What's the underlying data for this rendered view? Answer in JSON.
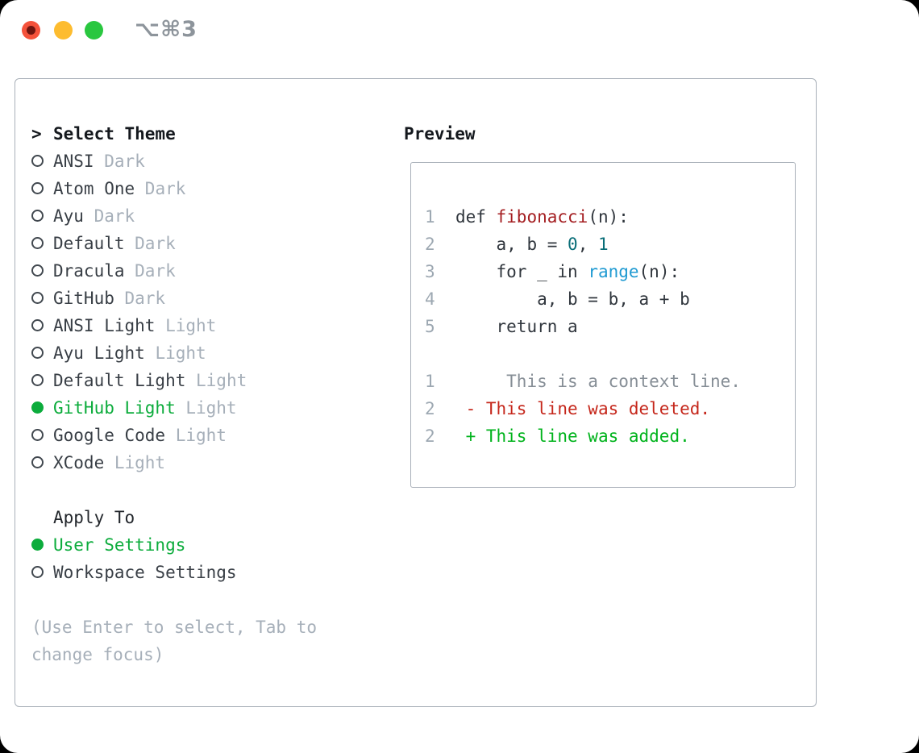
{
  "window": {
    "shortcut_label": "⌥⌘3",
    "traffic_lights": [
      {
        "name": "close",
        "color": "#f4523b"
      },
      {
        "name": "minimize",
        "color": "#fdbc2f"
      },
      {
        "name": "zoom",
        "color": "#29c73f"
      }
    ]
  },
  "theme_picker": {
    "title_prefix": ">",
    "title": "Select Theme",
    "items": [
      {
        "label": "ANSI",
        "variant": "Dark",
        "selected": false
      },
      {
        "label": "Atom One",
        "variant": "Dark",
        "selected": false
      },
      {
        "label": "Ayu",
        "variant": "Dark",
        "selected": false
      },
      {
        "label": "Default",
        "variant": "Dark",
        "selected": false
      },
      {
        "label": "Dracula",
        "variant": "Dark",
        "selected": false
      },
      {
        "label": "GitHub",
        "variant": "Dark",
        "selected": false
      },
      {
        "label": "ANSI Light",
        "variant": "Light",
        "selected": false
      },
      {
        "label": "Ayu Light",
        "variant": "Light",
        "selected": false
      },
      {
        "label": "Default Light",
        "variant": "Light",
        "selected": false
      },
      {
        "label": "GitHub Light",
        "variant": "Light",
        "selected": true
      },
      {
        "label": "Google Code",
        "variant": "Light",
        "selected": false
      },
      {
        "label": "XCode",
        "variant": "Light",
        "selected": false
      }
    ]
  },
  "apply_to": {
    "title": "Apply To",
    "options": [
      {
        "label": "User Settings",
        "selected": true
      },
      {
        "label": "Workspace Settings",
        "selected": false
      }
    ]
  },
  "hint": "(Use Enter to select, Tab to change focus)",
  "preview": {
    "title": "Preview",
    "lines": [
      {
        "segments": [
          {
            "style": "num",
            "text": "1"
          },
          {
            "style": "fg",
            "text": "  def "
          },
          {
            "style": "func",
            "text": "fibonacci"
          },
          {
            "style": "fg",
            "text": "(n):"
          }
        ]
      },
      {
        "segments": [
          {
            "style": "num",
            "text": "2"
          },
          {
            "style": "fg",
            "text": "      a, b = "
          },
          {
            "style": "number",
            "text": "0"
          },
          {
            "style": "fg",
            "text": ", "
          },
          {
            "style": "number",
            "text": "1"
          }
        ]
      },
      {
        "segments": [
          {
            "style": "num",
            "text": "3"
          },
          {
            "style": "fg",
            "text": "      for _ in "
          },
          {
            "style": "builtin",
            "text": "range"
          },
          {
            "style": "fg",
            "text": "(n):"
          }
        ]
      },
      {
        "segments": [
          {
            "style": "num",
            "text": "4"
          },
          {
            "style": "fg",
            "text": "          a, b = b, a + b"
          }
        ]
      },
      {
        "segments": [
          {
            "style": "num",
            "text": "5"
          },
          {
            "style": "fg",
            "text": "      return a"
          }
        ]
      },
      {
        "segments": []
      },
      {
        "segments": [
          {
            "style": "num",
            "text": "1"
          },
          {
            "style": "context",
            "text": "       This is a context line."
          }
        ]
      },
      {
        "segments": [
          {
            "style": "num",
            "text": "2"
          },
          {
            "style": "deleted",
            "text": "   - This line was deleted."
          }
        ]
      },
      {
        "segments": [
          {
            "style": "num",
            "text": "2"
          },
          {
            "style": "added",
            "text": "   + This line was added."
          }
        ]
      }
    ]
  },
  "colors": {
    "selection_green": "#0cac3c",
    "added_green": "#00b31c",
    "deleted_red": "#c5271b",
    "function_red": "#a41e21",
    "number_teal": "#0a6e78",
    "builtin_blue": "#1f9ad2",
    "text_dark": "#30363d",
    "muted_gray": "#a6afb9",
    "line_number_gray": "#9da8b2",
    "context_gray": "#868e96",
    "border_gray": "#a9b0b9"
  }
}
